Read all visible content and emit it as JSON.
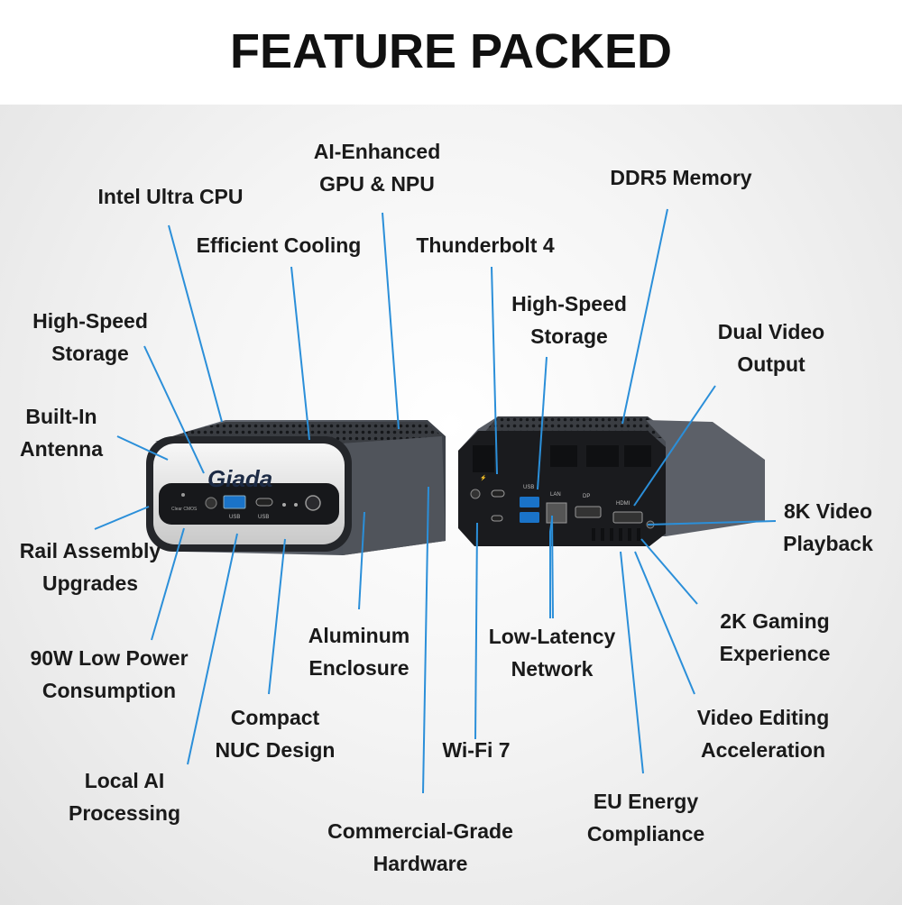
{
  "title": "FEATURE PACKED",
  "front_unit": {
    "brand": "Giada",
    "port_labels": {
      "usb_a": "USB",
      "usb_c": "USB",
      "clear_cmos": "Clear CMOS"
    }
  },
  "rear_unit": {
    "port_labels": {
      "usb": "USB",
      "lan": "LAN",
      "dp": "DP",
      "hdmi": "HDMI"
    }
  },
  "callouts": {
    "intel_cpu": [
      "Intel Ultra CPU"
    ],
    "ai_gpu": [
      "AI-Enhanced",
      "GPU & NPU"
    ],
    "ddr5": [
      "DDR5 Memory"
    ],
    "cooling": [
      "Efficient Cooling"
    ],
    "thunderbolt": [
      "Thunderbolt 4"
    ],
    "storage_left": [
      "High-Speed",
      "Storage"
    ],
    "storage_right": [
      "High-Speed",
      "Storage"
    ],
    "dual_video": [
      "Dual Video",
      "Output"
    ],
    "antenna": [
      "Built-In",
      "Antenna"
    ],
    "eightk": [
      "8K Video",
      "Playback"
    ],
    "rail": [
      "Rail Assembly",
      "Upgrades"
    ],
    "gaming": [
      "2K Gaming",
      "Experience"
    ],
    "lowpower": [
      "90W Low Power",
      "Consumption"
    ],
    "aluminum": [
      "Aluminum",
      "Enclosure"
    ],
    "latency": [
      "Low-Latency",
      "Network"
    ],
    "video_edit": [
      "Video Editing",
      "Acceleration"
    ],
    "compact": [
      "Compact",
      "NUC Design"
    ],
    "wifi": [
      "Wi-Fi 7"
    ],
    "local_ai": [
      "Local AI",
      "Processing"
    ],
    "eu": [
      "EU Energy",
      "Compliance"
    ],
    "commercial": [
      "Commercial-Grade",
      "Hardware"
    ]
  },
  "colors": {
    "leader_line": "#2b8fd9",
    "text": "#1a1a1a",
    "chassis": "#4a4e55"
  }
}
